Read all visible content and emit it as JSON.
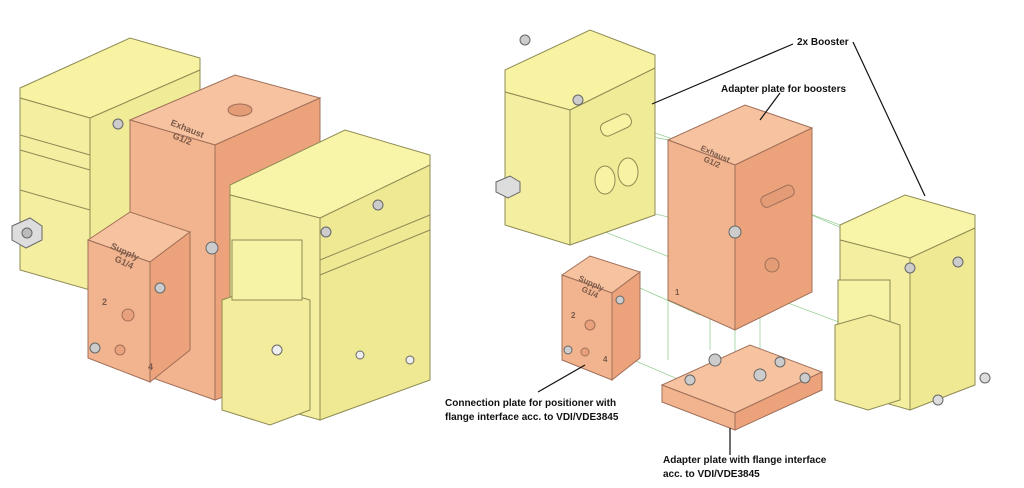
{
  "callouts": {
    "boosters": "2x Booster",
    "adapter_boosters": "Adapter plate for boosters",
    "connection_line1": "Connection plate for positioner with",
    "connection_line2": "flange interface acc. to VDI/VDE3845",
    "adapter_flange_line1": "Adapter plate with flange interface",
    "adapter_flange_line2": "acc. to VDI/VDE3845"
  },
  "engravings": {
    "exhaust": "Exhaust",
    "exhaust_size": "G1/2",
    "supply": "Supply",
    "supply_size": "G1/4",
    "port_2": "2",
    "port_4": "4",
    "small_port": "1"
  },
  "colors": {
    "booster_yellow": "#f7f3a2",
    "booster_edge": "#8f8b55",
    "plate_orange": "#f2b48e",
    "plate_edge": "#a0705a",
    "guide_green": "#9ad09a",
    "leader": "#111111"
  }
}
